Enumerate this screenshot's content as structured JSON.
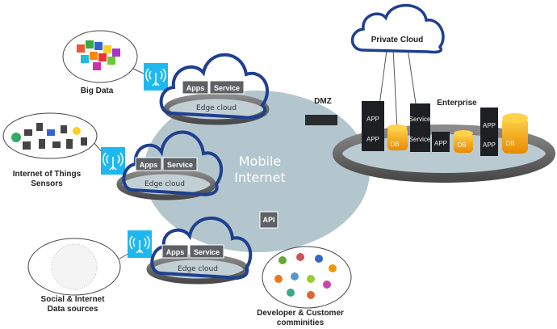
{
  "sources": {
    "big_data": "Big Data",
    "iot": [
      "Internet of Things",
      "Sensors"
    ],
    "social": [
      "Social & Internet",
      "Data sources"
    ],
    "developers": [
      "Developer & Customer",
      "comminities"
    ]
  },
  "edge_clouds": [
    {
      "apps": "Apps",
      "service": "Service",
      "label": "Edge cloud"
    },
    {
      "apps": "Apps",
      "service": "Service",
      "label": "Edge cloud"
    },
    {
      "apps": "Apps",
      "service": "Service",
      "label": "Edge cloud"
    }
  ],
  "mobile_internet": [
    "Mobile",
    "Internet"
  ],
  "api": "API",
  "dmz": "DMZ",
  "private_cloud": "Private Cloud",
  "enterprise": {
    "label": "Enterprise",
    "app": "APP",
    "db": "DB",
    "service": "Service"
  },
  "colors": {
    "cloud_outline": "#1f3f8f",
    "antenna": "#1fb8ee",
    "mobile_internet": "#b3c6cd",
    "db": "#f5a400",
    "box": "#5d6166"
  },
  "icons": [
    "antenna-icon",
    "cloud-icon",
    "server-icon",
    "database-icon",
    "router-icon"
  ]
}
